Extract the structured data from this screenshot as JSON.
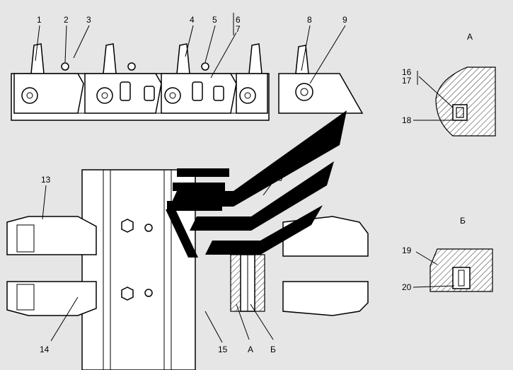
{
  "callouts": [
    "1",
    "2",
    "3",
    "4",
    "5",
    "6",
    "7",
    "8",
    "9",
    "10",
    "13",
    "14",
    "15",
    "16",
    "17",
    "18",
    "19",
    "20"
  ],
  "section_labels": {
    "a_title": "А",
    "b_title": "Б",
    "a_marker": "А",
    "b_marker": "Б"
  },
  "colors": {
    "background": "#e6e6e6",
    "line": "#000000",
    "part": "#ffffff"
  }
}
